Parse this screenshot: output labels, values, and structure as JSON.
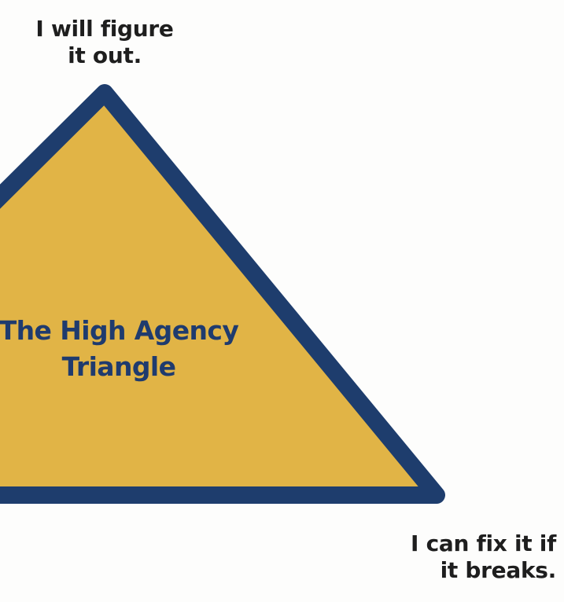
{
  "diagram": {
    "title": "The High Agency\nTriangle",
    "vertices": {
      "top": "I will figure\nit out.",
      "bottom_right": "I can fix it if\nit breaks."
    },
    "colors": {
      "fill": "#e1b446",
      "outline": "#1e3d6d",
      "title_text": "#1f3b6e",
      "label_text": "#1e1e1e",
      "background": "#fdfdfc"
    }
  }
}
